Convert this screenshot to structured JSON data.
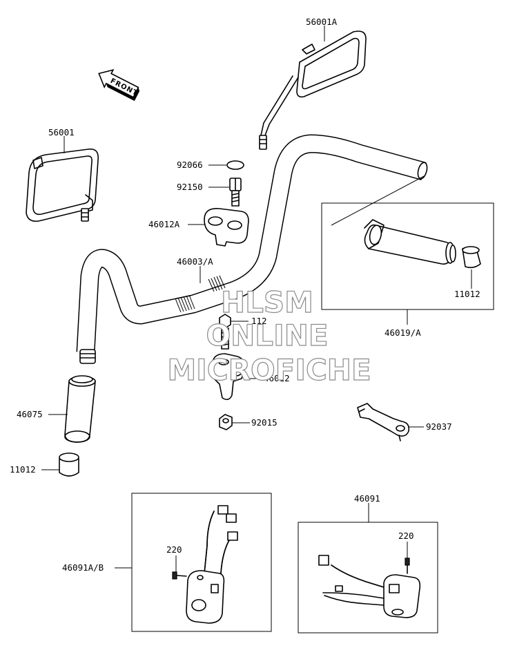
{
  "parts": {
    "mirror_right": "56001A",
    "mirror_left": "56001",
    "cap": "92066",
    "bolt_upper": "92150",
    "holder_upper": "46012A",
    "handlebar": "46003/A",
    "bolt_lower": "112",
    "holder_lower": "46012",
    "nut": "92015",
    "throttle_grip": "46019/A",
    "grip_end_right": "11012",
    "grip_left": "46075",
    "grip_end_left": "11012",
    "wrench": "92037",
    "switch_left": "46091A/B",
    "screw_left": "220",
    "switch_right": "46091",
    "screw_right": "220"
  },
  "arrow_label": "FRONT",
  "watermark": {
    "line1": "HLSM",
    "line2": "ONLINE",
    "line3": "MICROFICHE"
  }
}
